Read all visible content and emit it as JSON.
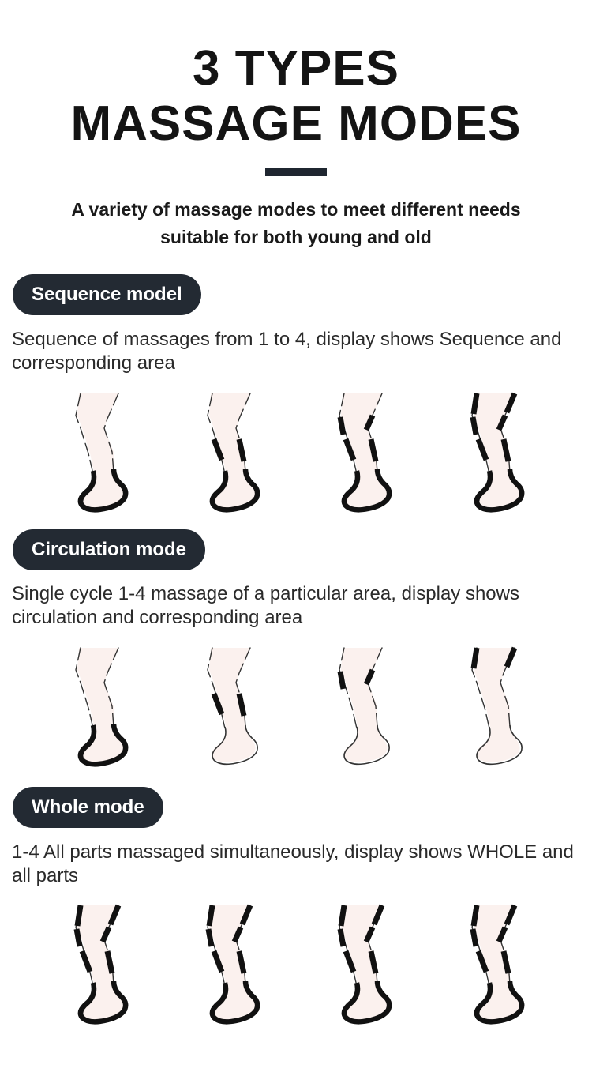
{
  "header": {
    "title_line1": "3 TYPES",
    "title_line2": "MASSAGE MODES",
    "subtitle_line1": "A variety of massage modes to meet different needs",
    "subtitle_line2": "suitable for both young and old"
  },
  "modes": [
    {
      "label": "Sequence model",
      "description": "Sequence of massages from 1 to 4, display shows Sequence and corresponding area",
      "legs": [
        {
          "active_areas": [
            "foot"
          ]
        },
        {
          "active_areas": [
            "foot",
            "calf"
          ]
        },
        {
          "active_areas": [
            "foot",
            "calf",
            "knee"
          ]
        },
        {
          "active_areas": [
            "foot",
            "calf",
            "knee",
            "thigh"
          ]
        }
      ]
    },
    {
      "label": "Circulation mode",
      "description": "Single cycle 1-4 massage of a particular area, display shows circulation and corresponding area",
      "legs": [
        {
          "active_areas": [
            "foot"
          ]
        },
        {
          "active_areas": [
            "calf"
          ]
        },
        {
          "active_areas": [
            "knee"
          ]
        },
        {
          "active_areas": [
            "thigh"
          ]
        }
      ]
    },
    {
      "label": "Whole mode",
      "description": "1-4 All parts massaged simultaneously, display shows WHOLE and all parts",
      "legs": [
        {
          "active_areas": [
            "foot",
            "calf",
            "knee",
            "thigh"
          ]
        },
        {
          "active_areas": [
            "foot",
            "calf",
            "knee",
            "thigh"
          ]
        },
        {
          "active_areas": [
            "foot",
            "calf",
            "knee",
            "thigh"
          ]
        },
        {
          "active_areas": [
            "foot",
            "calf",
            "knee",
            "thigh"
          ]
        }
      ]
    }
  ],
  "colors": {
    "pill_background": "#232a33",
    "leg_fill": "#fbf1ee",
    "active_band": "#111111",
    "title_bar": "#1f2630"
  },
  "icons": [
    "leg-icon"
  ]
}
